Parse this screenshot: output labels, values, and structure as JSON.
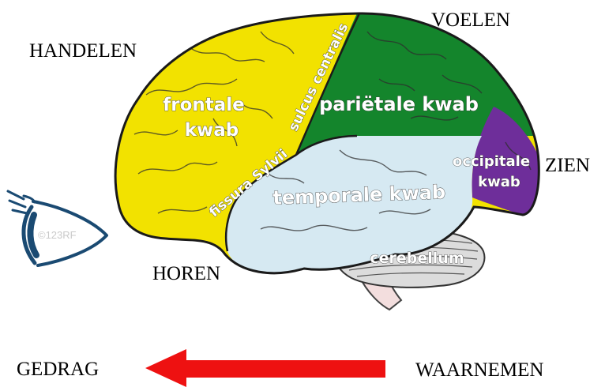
{
  "labels": {
    "handelen": "HANDELEN",
    "voelen": "VOELEN",
    "zien": "ZIEN",
    "horen": "HOREN",
    "gedrag": "GEDRAG",
    "waarnemen": "WAARNEMEN"
  },
  "lobes": {
    "frontal_line1": "frontale",
    "frontal_line2": "kwab",
    "parietal": "pariëtale kwab",
    "occipital_line1": "occipitale",
    "occipital_line2": "kwab",
    "temporal": "temporale kwab",
    "cerebellum": "cerebellum",
    "sulcus": "sulcus centralis",
    "fissura": "fissura Sylvii"
  },
  "watermark": "©123RF",
  "colors": {
    "frontal": "#f2e200",
    "parietal": "#14852c",
    "occipital": "#6e2e9a",
    "temporal": "#d6e9f2",
    "cerebellum": "#dcdcdc",
    "arrow": "#ee1111",
    "eye": "#1a4a72"
  }
}
